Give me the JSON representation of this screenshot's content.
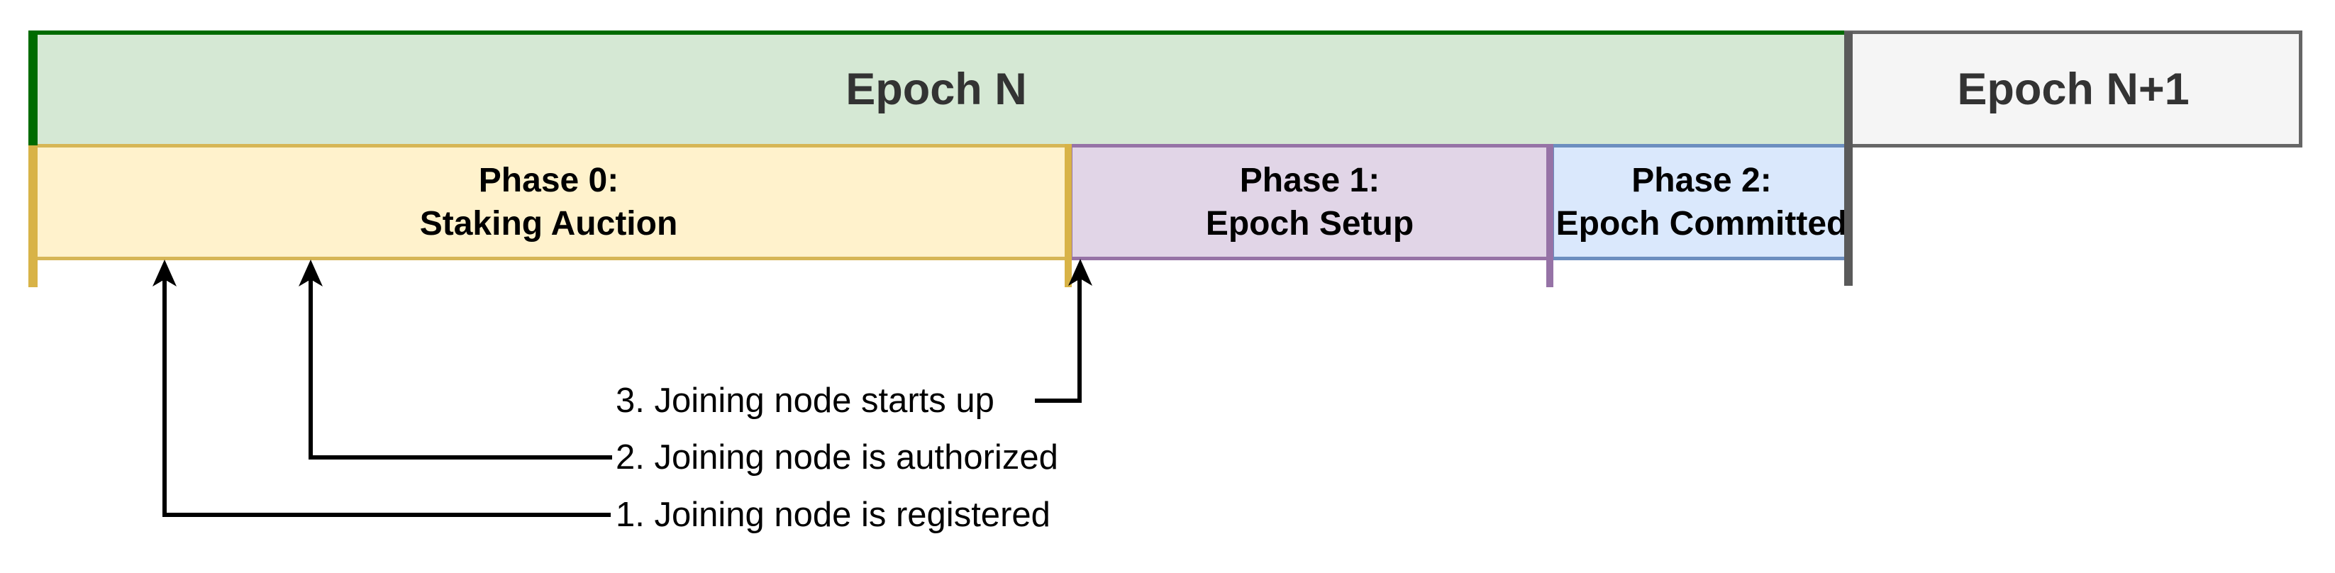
{
  "epochs": [
    {
      "label": "Epoch N",
      "fill": "#d5e8d4",
      "border": "#006b00",
      "text_color": "#333333"
    },
    {
      "label": "Epoch N+1",
      "fill": "#f5f5f5",
      "border": "#666666",
      "text_color": "#333333"
    }
  ],
  "phases": [
    {
      "title": "Phase 0:",
      "subtitle": "Staking Auction",
      "fill": "#fff2cc",
      "border": "#d6b656"
    },
    {
      "title": "Phase 1:",
      "subtitle": "Epoch Setup",
      "fill": "#e1d5e7",
      "border": "#9673a6"
    },
    {
      "title": "Phase 2:",
      "subtitle": "Epoch Committed",
      "fill": "#dae8fc",
      "border": "#6c8ebf"
    }
  ],
  "markers": {
    "epoch_start_color": "#006b00",
    "staking_start_color": "#d8b347",
    "phase0_end_color": "#d8b347",
    "phase1_end_color": "#9673a6",
    "epoch_boundary_color": "#5a5a5a"
  },
  "annotations": [
    {
      "label": "1. Joining node is registered"
    },
    {
      "label": "2. Joining node is authorized"
    },
    {
      "label": "3. Joining node starts up"
    }
  ],
  "arrow_color": "#000000"
}
